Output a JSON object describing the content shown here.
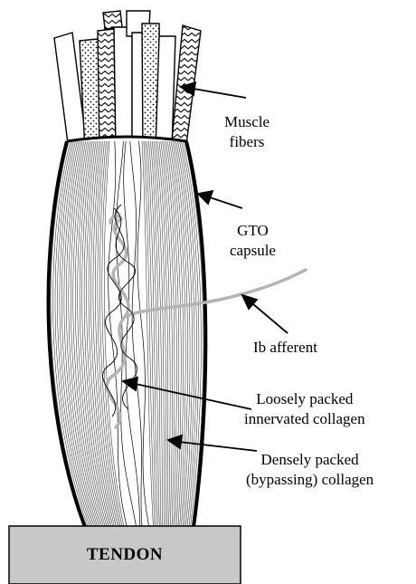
{
  "labels": {
    "muscle_fibers": [
      "Muscle",
      "fibers"
    ],
    "gto_capsule": [
      "GTO",
      "capsule"
    ],
    "ib_afferent": "Ib afferent",
    "loose_collagen": [
      "Loosely packed",
      "innervated collagen"
    ],
    "dense_collagen": [
      "Densely packed",
      "(bypassing) collagen"
    ],
    "tendon": "TENDON"
  },
  "colors": {
    "outline": "#000000",
    "tendon_fill": "#c8c8c8",
    "afferent": "#b4b4b4",
    "fiber_fill": "#ffffff"
  }
}
